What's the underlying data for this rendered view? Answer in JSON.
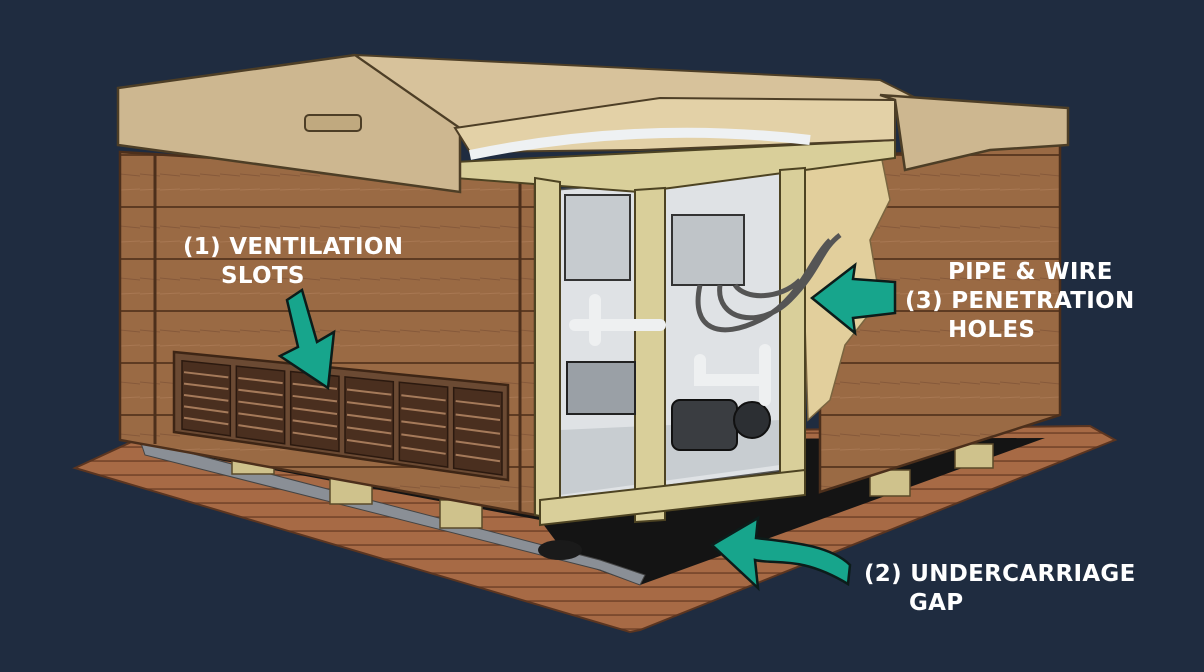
{
  "colors": {
    "background": "#1f2c40",
    "arrow": "#17a58c",
    "wood_siding": "#9a6a44",
    "cover": "#cdb790",
    "frame_lumber": "#d9cf9a",
    "deck": "#a76a45"
  },
  "callouts": {
    "ventilation": {
      "line1": "(1) VENTILATION",
      "line2": "SLOTS"
    },
    "penetration": {
      "line1": "PIPE & WIRE",
      "line2": "(3) PENETRATION",
      "line3": "HOLES"
    },
    "undercarriage": {
      "line1": "(2) UNDERCARRIAGE",
      "line2": "GAP"
    }
  },
  "vent_slot_count": 6
}
